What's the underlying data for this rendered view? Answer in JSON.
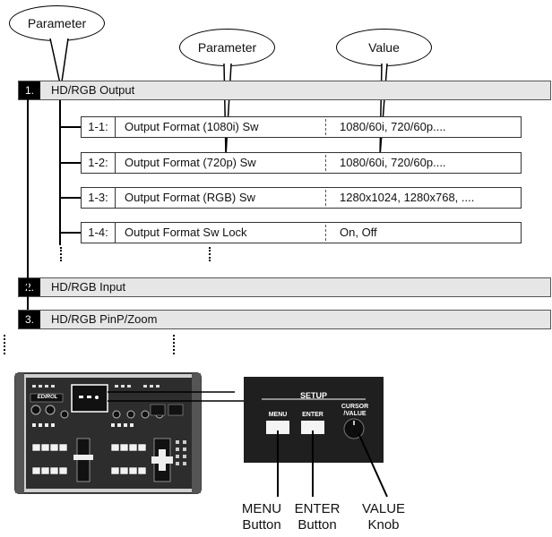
{
  "callouts": {
    "parameter_top": "Parameter",
    "parameter_mid": "Parameter",
    "value": "Value"
  },
  "sections": [
    {
      "number": "1.",
      "label": "HD/RGB Output"
    },
    {
      "number": "2.",
      "label": "HD/RGB Input"
    },
    {
      "number": "3.",
      "label": "HD/RGB PinP/Zoom"
    }
  ],
  "rows": [
    {
      "number": "1-1:",
      "parameter": "Output Format (1080i) Sw",
      "value": "1080/60i, 720/60p...."
    },
    {
      "number": "1-2:",
      "parameter": "Output Format (720p) Sw",
      "value": "1080/60i, 720/60p...."
    },
    {
      "number": "1-3:",
      "parameter": "Output Format (RGB) Sw",
      "value": "1280x1024, 1280x768, ...."
    },
    {
      "number": "1-4:",
      "parameter": "Output Format Sw Lock",
      "value": "On, Off"
    }
  ],
  "device": {
    "brand": "EDIROL",
    "panel_title": "SETUP",
    "menu_caption": "MENU",
    "enter_caption": "ENTER",
    "cursor_caption_1": "CURSOR",
    "cursor_caption_2": "/VALUE"
  },
  "controls": [
    {
      "line1": "MENU",
      "line2": "Button"
    },
    {
      "line1": "ENTER",
      "line2": "Button"
    },
    {
      "line1": "VALUE",
      "line2": "Knob"
    }
  ]
}
